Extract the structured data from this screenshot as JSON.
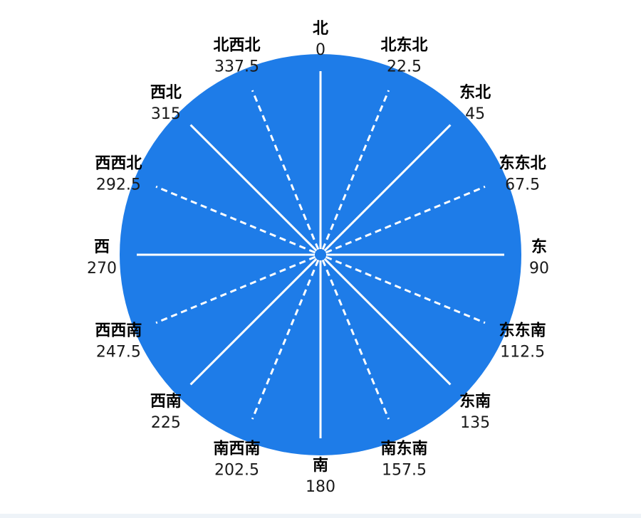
{
  "compass": {
    "fill_color": "#1e7ce8",
    "line_color": "#ffffff",
    "directions": [
      {
        "name": "北",
        "degrees": "0",
        "angle": 0,
        "major": true
      },
      {
        "name": "北东北",
        "degrees": "22.5",
        "angle": 22.5,
        "major": false
      },
      {
        "name": "东北",
        "degrees": "45",
        "angle": 45,
        "major": true
      },
      {
        "name": "东东北",
        "degrees": "67.5",
        "angle": 67.5,
        "major": false
      },
      {
        "name": "东",
        "degrees": "90",
        "angle": 90,
        "major": true
      },
      {
        "name": "东东南",
        "degrees": "112.5",
        "angle": 112.5,
        "major": false
      },
      {
        "name": "东南",
        "degrees": "135",
        "angle": 135,
        "major": true
      },
      {
        "name": "南东南",
        "degrees": "157.5",
        "angle": 157.5,
        "major": false
      },
      {
        "name": "南",
        "degrees": "180",
        "angle": 180,
        "major": true
      },
      {
        "name": "南西南",
        "degrees": "202.5",
        "angle": 202.5,
        "major": false
      },
      {
        "name": "西南",
        "degrees": "225",
        "angle": 225,
        "major": true
      },
      {
        "name": "西西南",
        "degrees": "247.5",
        "angle": 247.5,
        "major": false
      },
      {
        "name": "西",
        "degrees": "270",
        "angle": 270,
        "major": true
      },
      {
        "name": "西西北",
        "degrees": "292.5",
        "angle": 292.5,
        "major": false
      },
      {
        "name": "西北",
        "degrees": "315",
        "angle": 315,
        "major": true
      },
      {
        "name": "北西北",
        "degrees": "337.5",
        "angle": 337.5,
        "major": false
      }
    ]
  }
}
